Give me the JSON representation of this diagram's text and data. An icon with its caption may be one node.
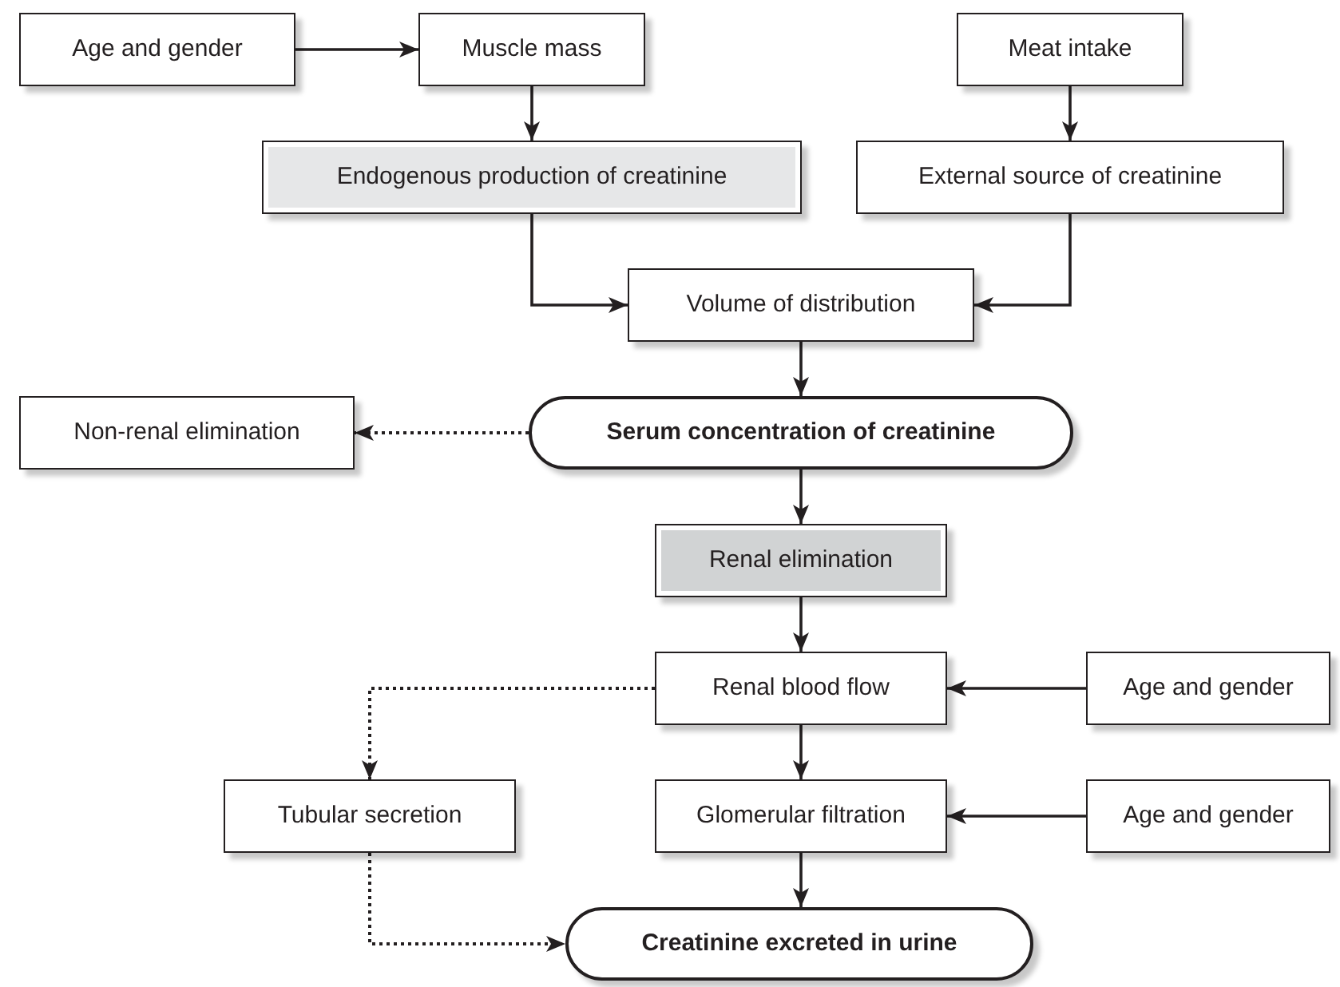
{
  "diagram": {
    "nodes": [
      {
        "text": [
          "Age and gender"
        ]
      },
      {
        "text": [
          "Muscle mass"
        ]
      },
      {
        "text": [
          "Meat intake"
        ]
      },
      {
        "text": [
          "Endogenous production of creatinine"
        ]
      },
      {
        "text": [
          "External source of creatinine"
        ]
      },
      {
        "text": [
          "Volume of distribution"
        ]
      },
      {
        "text": [
          "Non-renal elimination"
        ]
      },
      {
        "text": [
          "Serum concentration of creatinine"
        ]
      },
      {
        "text": [
          "Renal elimination"
        ]
      },
      {
        "text": [
          "Renal blood flow"
        ]
      },
      {
        "text": [
          "Age and gender"
        ]
      },
      {
        "text": [
          "Tubular secretion"
        ]
      },
      {
        "text": [
          "Glomerular filtration"
        ]
      },
      {
        "text": [
          "Age and gender"
        ]
      },
      {
        "text": [
          "Creatinine excreted in urine"
        ]
      }
    ],
    "edges": [
      {
        "from": 0,
        "to": 1,
        "arrow": "to"
      },
      {
        "from": 1,
        "to": 3,
        "arrow": "to"
      },
      {
        "from": 2,
        "to": 4,
        "arrow": "to"
      },
      {
        "from": 3,
        "to": 5,
        "arrow": "to"
      },
      {
        "from": 4,
        "to": 5,
        "arrow": "to"
      },
      {
        "from": 5,
        "to": 7,
        "arrow": "to"
      },
      {
        "from": 7,
        "to": 6,
        "arrow": "to",
        "style": "dashed"
      },
      {
        "from": 7,
        "to": 8,
        "arrow": "to"
      },
      {
        "from": 8,
        "to": 9,
        "arrow": "to"
      },
      {
        "from": 10,
        "to": 9,
        "arrow": "to"
      },
      {
        "from": 9,
        "to": 12,
        "arrow": "to"
      },
      {
        "from": 13,
        "to": 12,
        "arrow": "to"
      },
      {
        "from": 9,
        "to": 11,
        "arrow": "to",
        "style": "dashed"
      },
      {
        "from": 12,
        "to": 14,
        "arrow": "to"
      },
      {
        "from": 11,
        "to": 14,
        "arrow": "to",
        "style": "dashed"
      }
    ]
  }
}
